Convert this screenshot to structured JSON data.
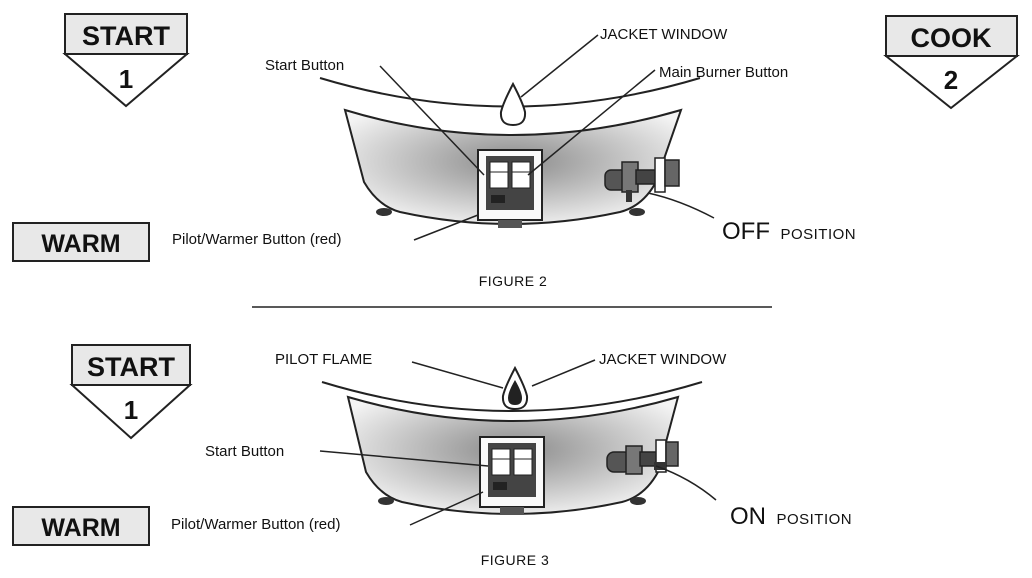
{
  "figure2": {
    "caption": "FIGURE 2",
    "start_tag": {
      "label": "START",
      "number": "1"
    },
    "cook_tag": {
      "label": "COOK",
      "number": "2"
    },
    "warm_tag": {
      "label": "WARM"
    },
    "jacket_window": "JACKET WINDOW",
    "start_button": "Start Button",
    "main_burner_button": "Main Burner Button",
    "pilot_warmer_button": "Pilot/Warmer Button (red)",
    "position_word": "OFF",
    "position_suffix": "POSITION"
  },
  "figure3": {
    "caption": "FIGURE 3",
    "start_tag": {
      "label": "START",
      "number": "1"
    },
    "warm_tag": {
      "label": "WARM"
    },
    "pilot_flame": "PILOT FLAME",
    "jacket_window": "JACKET WINDOW",
    "start_button": "Start Button",
    "pilot_warmer_button": "Pilot/Warmer Button (red)",
    "position_word": "ON",
    "position_suffix": "POSITION"
  }
}
